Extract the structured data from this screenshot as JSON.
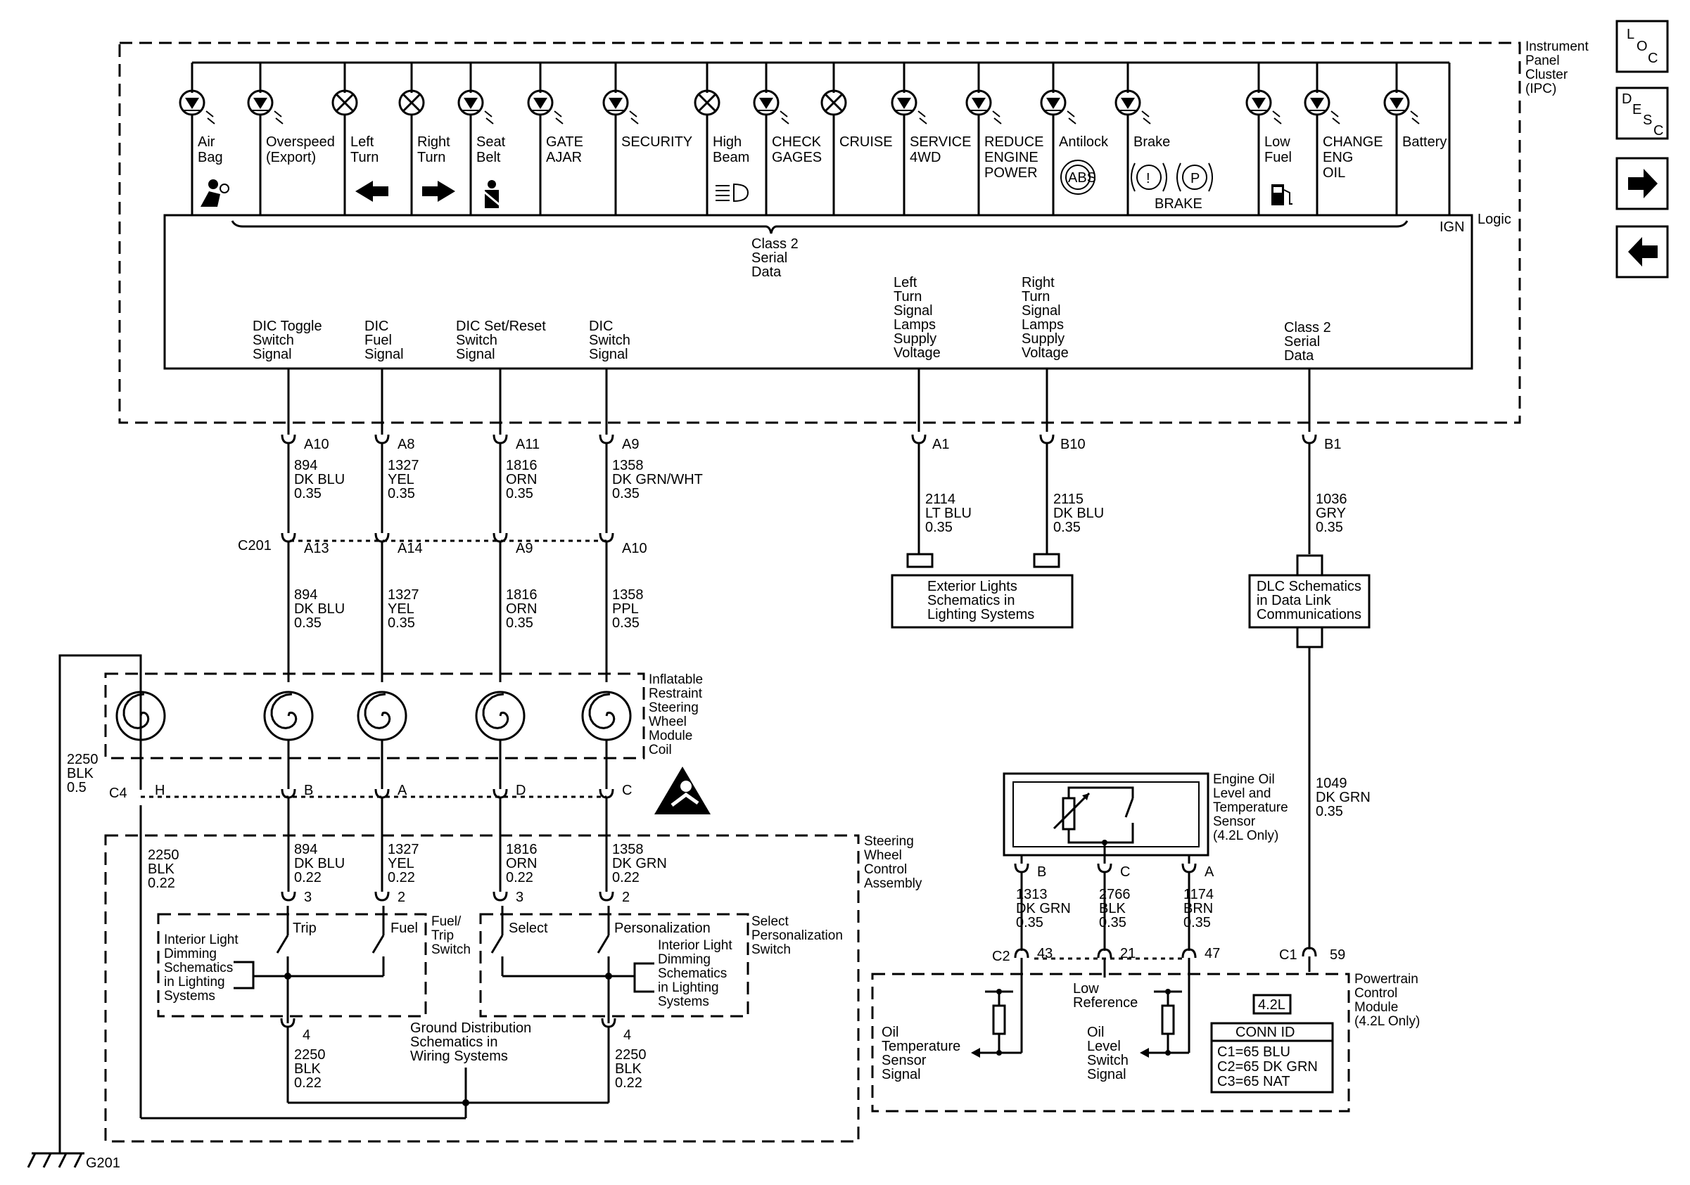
{
  "ipc": {
    "title": [
      "Instrument",
      "Panel",
      "Cluster",
      "(IPC)"
    ],
    "logic": "Logic",
    "ign": "IGN",
    "class2_center": [
      "Class 2",
      "Serial",
      "Data"
    ],
    "brake_word": "BRAKE",
    "abs_symbol": "ABS",
    "brake_symbol_1": "!",
    "brake_symbol_2": "P"
  },
  "indicators": [
    {
      "label": [
        "Air",
        "Bag"
      ],
      "type": "led",
      "icon": "airbag-icon"
    },
    {
      "label": [
        "Overspeed",
        "(Export)"
      ],
      "type": "led",
      "icon": ""
    },
    {
      "label": [
        "Left",
        "Turn"
      ],
      "type": "bulb",
      "icon": "left-arrow-icon"
    },
    {
      "label": [
        "Right",
        "Turn"
      ],
      "type": "bulb",
      "icon": "right-arrow-icon"
    },
    {
      "label": [
        "Seat",
        "Belt"
      ],
      "type": "led",
      "icon": "seatbelt-icon"
    },
    {
      "label": [
        "GATE",
        "AJAR"
      ],
      "type": "led",
      "icon": ""
    },
    {
      "label": [
        "SECURITY"
      ],
      "type": "led",
      "icon": ""
    },
    {
      "label": [
        "High",
        "Beam"
      ],
      "type": "bulb",
      "icon": "high-beam-icon"
    },
    {
      "label": [
        "CHECK",
        "GAGES"
      ],
      "type": "led",
      "icon": ""
    },
    {
      "label": [
        "CRUISE"
      ],
      "type": "bulb",
      "icon": ""
    },
    {
      "label": [
        "SERVICE",
        "4WD"
      ],
      "type": "led",
      "icon": ""
    },
    {
      "label": [
        "REDUCE",
        "ENGINE",
        "POWER"
      ],
      "type": "led",
      "icon": ""
    },
    {
      "label": [
        "Antilock"
      ],
      "type": "led",
      "icon": "abs-icon"
    },
    {
      "label": [
        "Brake"
      ],
      "type": "led",
      "icon": "brake-icon"
    },
    {
      "label": [
        "Low",
        "Fuel"
      ],
      "type": "led",
      "icon": "fuel-pump-icon"
    },
    {
      "label": [
        "CHANGE",
        "ENG",
        "OIL"
      ],
      "type": "led",
      "icon": ""
    },
    {
      "label": [
        "Battery"
      ],
      "type": "led",
      "icon": ""
    }
  ],
  "signals": [
    {
      "label": [
        "DIC Toggle",
        "Switch",
        "Signal"
      ],
      "pin": "A10",
      "wire1": [
        "894",
        "DK BLU",
        "0.35"
      ],
      "pin2": "A13",
      "wire2": [
        "894",
        "DK BLU",
        "0.35"
      ],
      "coil_pin": "B",
      "wire3": [
        "894",
        "DK BLU",
        "0.22"
      ],
      "sw_pin": "3"
    },
    {
      "label": [
        "DIC",
        "Fuel",
        "Signal"
      ],
      "pin": "A8",
      "wire1": [
        "1327",
        "YEL",
        "0.35"
      ],
      "pin2": "A14",
      "wire2": [
        "1327",
        "YEL",
        "0.35"
      ],
      "coil_pin": "A",
      "wire3": [
        "1327",
        "YEL",
        "0.22"
      ],
      "sw_pin": "2"
    },
    {
      "label": [
        "DIC Set/Reset",
        "Switch",
        "Signal"
      ],
      "pin": "A11",
      "wire1": [
        "1816",
        "ORN",
        "0.35"
      ],
      "pin2": "A9",
      "wire2": [
        "1816",
        "ORN",
        "0.35"
      ],
      "coil_pin": "D",
      "wire3": [
        "1816",
        "ORN",
        "0.22"
      ],
      "sw_pin": "3"
    },
    {
      "label": [
        "DIC",
        "Switch",
        "Signal"
      ],
      "pin": "A9",
      "wire1": [
        "1358",
        "DK GRN/WHT",
        "0.35"
      ],
      "pin2": "A10",
      "wire2": [
        "1358",
        "PPL",
        "0.35"
      ],
      "coil_pin": "C",
      "wire3": [
        "1358",
        "DK GRN",
        "0.22"
      ],
      "sw_pin": "2"
    }
  ],
  "lights": {
    "left": {
      "label": [
        "Left",
        "Turn",
        "Signal",
        "Lamps",
        "Supply",
        "Voltage"
      ],
      "pin": "A1",
      "wire": [
        "2114",
        "LT BLU",
        "0.35"
      ]
    },
    "right": {
      "label": [
        "Right",
        "Turn",
        "Signal",
        "Lamps",
        "Supply",
        "Voltage"
      ],
      "pin": "B10",
      "wire": [
        "2115",
        "DK BLU",
        "0.35"
      ]
    },
    "box": [
      "Exterior Lights",
      "Schematics in",
      "Lighting Systems"
    ]
  },
  "class2": {
    "label": [
      "Class 2",
      "Serial",
      "Data"
    ],
    "pin": "B1",
    "wire": [
      "1036",
      "GRY",
      "0.35"
    ],
    "box": [
      "DLC Schematics",
      "in Data Link",
      "Communications"
    ],
    "wire2": [
      "1049",
      "DK GRN",
      "0.35"
    ],
    "c1": "C1",
    "pcm_pin": "59"
  },
  "c201": "C201",
  "coil": {
    "title": [
      "Inflatable",
      "Restraint",
      "Steering",
      "Wheel",
      "Module",
      "Coil"
    ],
    "connector": "C4",
    "ground_pin": "H",
    "ground_wire_top": [
      "2250",
      "BLK",
      "0.5"
    ],
    "ground_wire_bottom": [
      "2250",
      "BLK",
      "0.22"
    ]
  },
  "swc": {
    "title": [
      "Steering",
      "Wheel",
      "Control",
      "Assembly"
    ],
    "fuel_trip_title": [
      "Fuel/",
      "Trip",
      "Switch"
    ],
    "select_title": [
      "Select",
      "Personalization",
      "Switch"
    ],
    "trip": "Trip",
    "fuel": "Fuel",
    "select": "Select",
    "personalization": "Personalization",
    "dimming_left": [
      "Interior Light",
      "Dimming",
      "Schematics",
      "in Lighting",
      "Systems"
    ],
    "dimming_right": [
      "Interior Light",
      "Dimming",
      "Schematics",
      "in Lighting",
      "Systems"
    ],
    "ground_pin_left": "4",
    "ground_pin_right": "4",
    "ground_wire_left": [
      "2250",
      "BLK",
      "0.22"
    ],
    "ground_wire_right": [
      "2250",
      "BLK",
      "0.22"
    ],
    "ground_dist": [
      "Ground Distribution",
      "Schematics in",
      "Wiring Systems"
    ]
  },
  "ground": "G201",
  "sensor": {
    "title": [
      "Engine Oil",
      "Level and",
      "Temperature",
      "Sensor",
      "(4.2L Only)"
    ],
    "pins": [
      "B",
      "C",
      "A"
    ],
    "wires": [
      [
        "1313",
        "DK GRN",
        "0.35"
      ],
      [
        "2766",
        "BLK",
        "0.35"
      ],
      [
        "1174",
        "BRN",
        "0.35"
      ]
    ]
  },
  "pcm": {
    "title": [
      "Powertrain",
      "Control",
      "Module",
      "(4.2L Only)"
    ],
    "c2": "C2",
    "pins": [
      "43",
      "21",
      "47"
    ],
    "low_ref": [
      "Low",
      "Reference"
    ],
    "oil_temp": [
      "Oil",
      "Temperature",
      "Sensor",
      "Signal"
    ],
    "oil_level": [
      "Oil",
      "Level",
      "Switch",
      "Signal"
    ],
    "engine": "4.2L",
    "conn_title": "CONN ID",
    "conn": [
      "C1=65 BLU",
      "C2=65 DK GRN",
      "C3=65 NAT"
    ]
  },
  "nav": {
    "loc": [
      "L",
      "O",
      "C"
    ],
    "desc": [
      "D",
      "E",
      "S",
      "C"
    ]
  }
}
